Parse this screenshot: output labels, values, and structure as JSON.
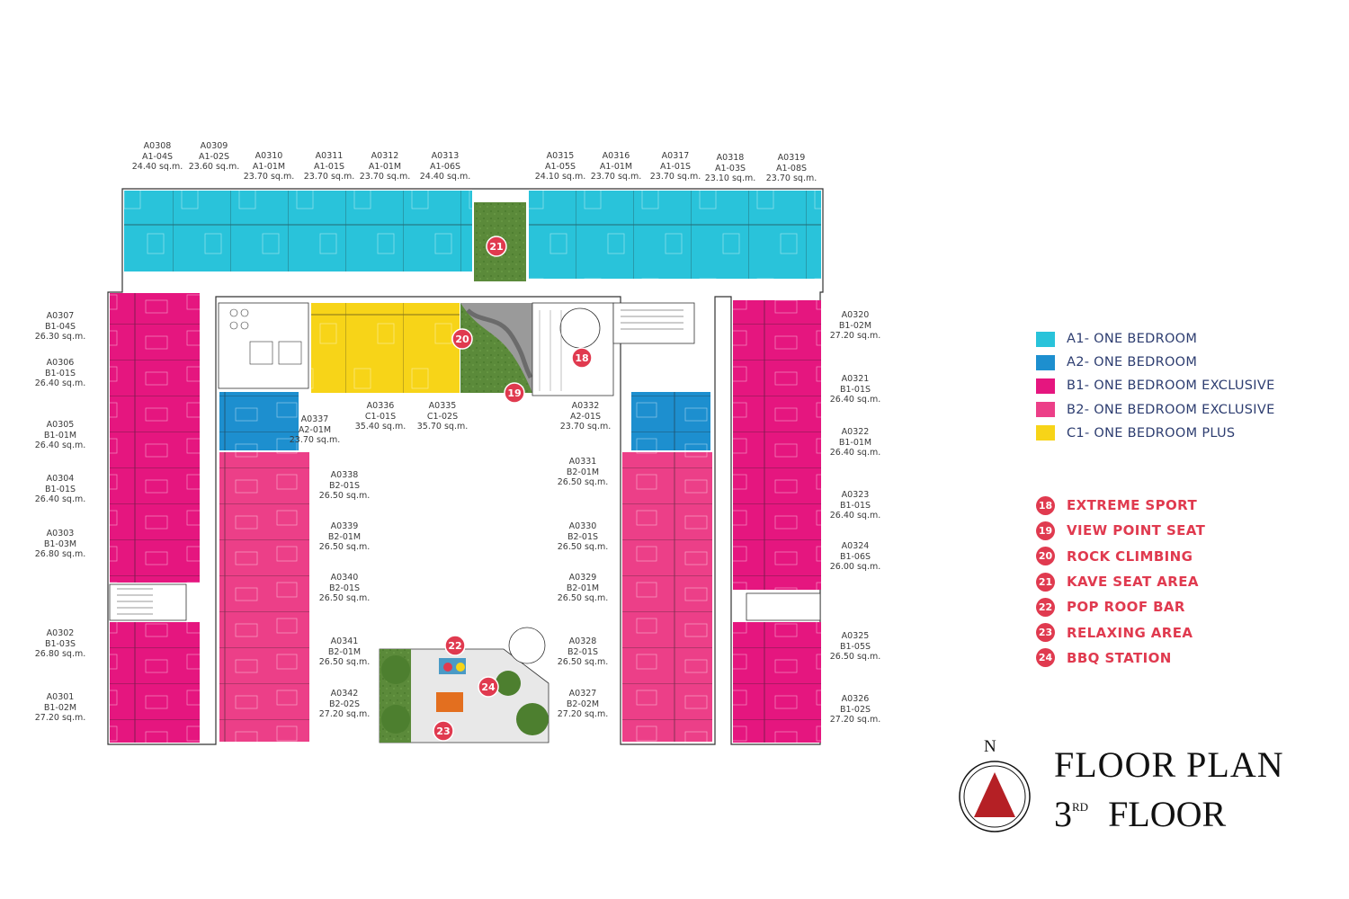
{
  "colors": {
    "a1": "#29c3da",
    "a2": "#1d8fcf",
    "b1": "#e5167f",
    "b2": "#ec3f88",
    "c1": "#f7d418",
    "garden": "#5b8a3a",
    "amenity_red": "#e03a4f"
  },
  "units": [
    {
      "code": "A0308",
      "type": "A1-04S",
      "area": "24.40 sq.m."
    },
    {
      "code": "A0309",
      "type": "A1-02S",
      "area": "23.60 sq.m."
    },
    {
      "code": "A0310",
      "type": "A1-01M",
      "area": "23.70 sq.m."
    },
    {
      "code": "A0311",
      "type": "A1-01S",
      "area": "23.70 sq.m."
    },
    {
      "code": "A0312",
      "type": "A1-01M",
      "area": "23.70 sq.m."
    },
    {
      "code": "A0313",
      "type": "A1-06S",
      "area": "24.40 sq.m."
    },
    {
      "code": "A0315",
      "type": "A1-05S",
      "area": "24.10 sq.m."
    },
    {
      "code": "A0316",
      "type": "A1-01M",
      "area": "23.70 sq.m."
    },
    {
      "code": "A0317",
      "type": "A1-01S",
      "area": "23.70 sq.m."
    },
    {
      "code": "A0318",
      "type": "A1-03S",
      "area": "23.10 sq.m."
    },
    {
      "code": "A0319",
      "type": "A1-08S",
      "area": "23.70 sq.m."
    },
    {
      "code": "A0307",
      "type": "B1-04S",
      "area": "26.30 sq.m."
    },
    {
      "code": "A0306",
      "type": "B1-01S",
      "area": "26.40 sq.m."
    },
    {
      "code": "A0305",
      "type": "B1-01M",
      "area": "26.40 sq.m."
    },
    {
      "code": "A0304",
      "type": "B1-01S",
      "area": "26.40 sq.m."
    },
    {
      "code": "A0303",
      "type": "B1-03M",
      "area": "26.80 sq.m."
    },
    {
      "code": "A0302",
      "type": "B1-03S",
      "area": "26.80 sq.m."
    },
    {
      "code": "A0301",
      "type": "B1-02M",
      "area": "27.20 sq.m."
    },
    {
      "code": "A0337",
      "type": "A2-01M",
      "area": "23.70 sq.m."
    },
    {
      "code": "A0336",
      "type": "C1-01S",
      "area": "35.40 sq.m."
    },
    {
      "code": "A0335",
      "type": "C1-02S",
      "area": "35.70 sq.m."
    },
    {
      "code": "A0332",
      "type": "A2-01S",
      "area": "23.70 sq.m."
    },
    {
      "code": "A0338",
      "type": "B2-01S",
      "area": "26.50 sq.m."
    },
    {
      "code": "A0339",
      "type": "B2-01M",
      "area": "26.50 sq.m."
    },
    {
      "code": "A0340",
      "type": "B2-01S",
      "area": "26.50 sq.m."
    },
    {
      "code": "A0341",
      "type": "B2-01M",
      "area": "26.50 sq.m."
    },
    {
      "code": "A0342",
      "type": "B2-02S",
      "area": "27.20 sq.m."
    },
    {
      "code": "A0331",
      "type": "B2-01M",
      "area": "26.50 sq.m."
    },
    {
      "code": "A0330",
      "type": "B2-01S",
      "area": "26.50 sq.m."
    },
    {
      "code": "A0329",
      "type": "B2-01M",
      "area": "26.50 sq.m."
    },
    {
      "code": "A0328",
      "type": "B2-01S",
      "area": "26.50 sq.m."
    },
    {
      "code": "A0327",
      "type": "B2-02M",
      "area": "27.20 sq.m."
    },
    {
      "code": "A0320",
      "type": "B1-02M",
      "area": "27.20 sq.m."
    },
    {
      "code": "A0321",
      "type": "B1-01S",
      "area": "26.40 sq.m."
    },
    {
      "code": "A0322",
      "type": "B1-01M",
      "area": "26.40 sq.m."
    },
    {
      "code": "A0323",
      "type": "B1-01S",
      "area": "26.40 sq.m."
    },
    {
      "code": "A0324",
      "type": "B1-06S",
      "area": "26.00 sq.m."
    },
    {
      "code": "A0325",
      "type": "B1-05S",
      "area": "26.50 sq.m."
    },
    {
      "code": "A0326",
      "type": "B1-02S",
      "area": "27.20 sq.m."
    }
  ],
  "legend": [
    {
      "label": "A1- ONE BEDROOM",
      "color": "#29c3da"
    },
    {
      "label": "A2- ONE BEDROOM",
      "color": "#1d8fcf"
    },
    {
      "label": "B1- ONE BEDROOM EXCLUSIVE",
      "color": "#e5167f"
    },
    {
      "label": "B2- ONE BEDROOM EXCLUSIVE",
      "color": "#ec3f88"
    },
    {
      "label": "C1- ONE BEDROOM PLUS",
      "color": "#f7d418"
    }
  ],
  "amenities": [
    {
      "num": "18",
      "label": "EXTREME SPORT"
    },
    {
      "num": "19",
      "label": "VIEW POINT SEAT"
    },
    {
      "num": "20",
      "label": "ROCK CLIMBING"
    },
    {
      "num": "21",
      "label": "KAVE SEAT AREA"
    },
    {
      "num": "22",
      "label": "POP ROOF BAR"
    },
    {
      "num": "23",
      "label": "RELAXING AREA"
    },
    {
      "num": "24",
      "label": "BBQ STATION"
    }
  ],
  "title": {
    "line1": "FLOOR  PLAN",
    "floor_num": "3",
    "floor_sup": "RD",
    "floor_word": "FLOOR"
  },
  "north_label": "N"
}
